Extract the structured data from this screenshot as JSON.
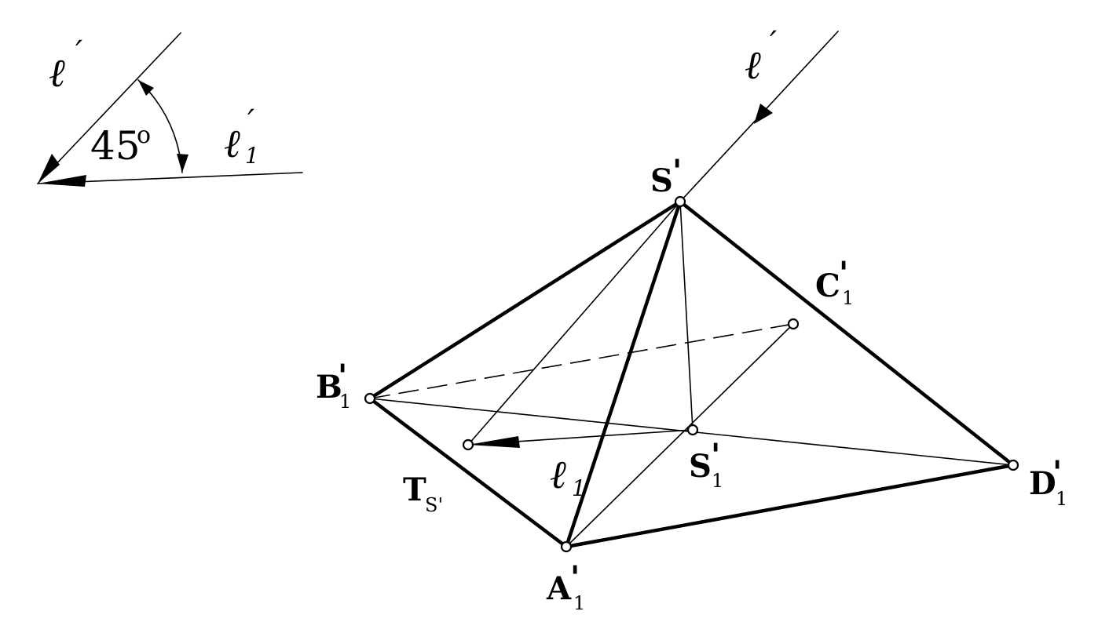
{
  "direction_key": {
    "line_label": "ℓ",
    "line_prime": "′",
    "projection_label": "ℓ",
    "projection_prime": "′",
    "projection_sub": "1",
    "angle_value": "45",
    "angle_unit": "o"
  },
  "projection_ray": {
    "label": "ℓ",
    "prime": "′"
  },
  "shadow_line": {
    "label": "ℓ",
    "sub": "1"
  },
  "points": {
    "apex": {
      "name": "S",
      "prime": "'"
    },
    "apex_shadow": {
      "name": "S",
      "prime": "'",
      "sub": "1"
    },
    "A": {
      "name": "A",
      "prime": "'",
      "sub": "1"
    },
    "B": {
      "name": "B",
      "prime": "'",
      "sub": "1"
    },
    "C": {
      "name": "C",
      "prime": "'",
      "sub": "1"
    },
    "D": {
      "name": "D",
      "prime": "'",
      "sub": "1"
    }
  },
  "tangent_label": {
    "name": "T",
    "sub": "S'"
  }
}
